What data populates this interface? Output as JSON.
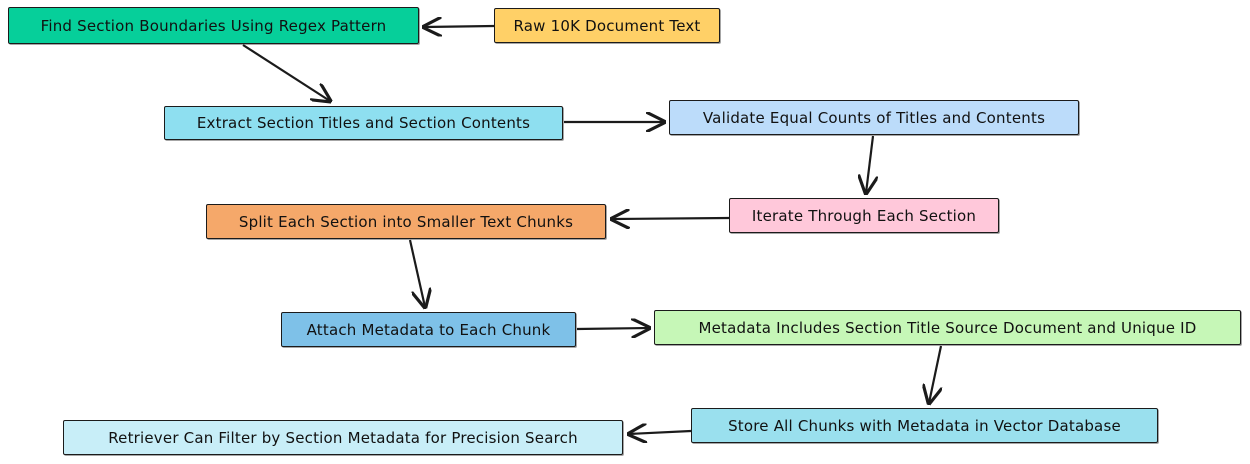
{
  "diagram": {
    "nodes": [
      {
        "id": "find",
        "label": "Find Section Boundaries Using Regex Pattern",
        "color": "#06cf9a"
      },
      {
        "id": "raw",
        "label": "Raw 10K Document Text",
        "color": "#ffd067"
      },
      {
        "id": "extract",
        "label": "Extract Section Titles and Section Contents",
        "color": "#8edff0"
      },
      {
        "id": "validate",
        "label": "Validate Equal Counts of Titles and Contents",
        "color": "#bcdcfa"
      },
      {
        "id": "iterate",
        "label": "Iterate Through Each Section",
        "color": "#ffc8da"
      },
      {
        "id": "split",
        "label": "Split Each Section into Smaller Text Chunks",
        "color": "#f5a86a"
      },
      {
        "id": "attach",
        "label": "Attach Metadata to Each Chunk",
        "color": "#7ec1e8"
      },
      {
        "id": "meta",
        "label": "Metadata Includes Section Title Source Document and Unique ID",
        "color": "#c6f7b7"
      },
      {
        "id": "store",
        "label": "Store All Chunks with Metadata in Vector Database",
        "color": "#9ae0ee"
      },
      {
        "id": "retriever",
        "label": "Retriever Can Filter by Section Metadata for Precision Search",
        "color": "#c8eef8"
      }
    ],
    "edges": [
      {
        "from": "raw",
        "to": "find"
      },
      {
        "from": "find",
        "to": "extract"
      },
      {
        "from": "extract",
        "to": "validate"
      },
      {
        "from": "validate",
        "to": "iterate"
      },
      {
        "from": "iterate",
        "to": "split"
      },
      {
        "from": "split",
        "to": "attach"
      },
      {
        "from": "attach",
        "to": "meta"
      },
      {
        "from": "meta",
        "to": "store"
      },
      {
        "from": "store",
        "to": "retriever"
      }
    ],
    "edge_color": "#1b1b1b"
  }
}
